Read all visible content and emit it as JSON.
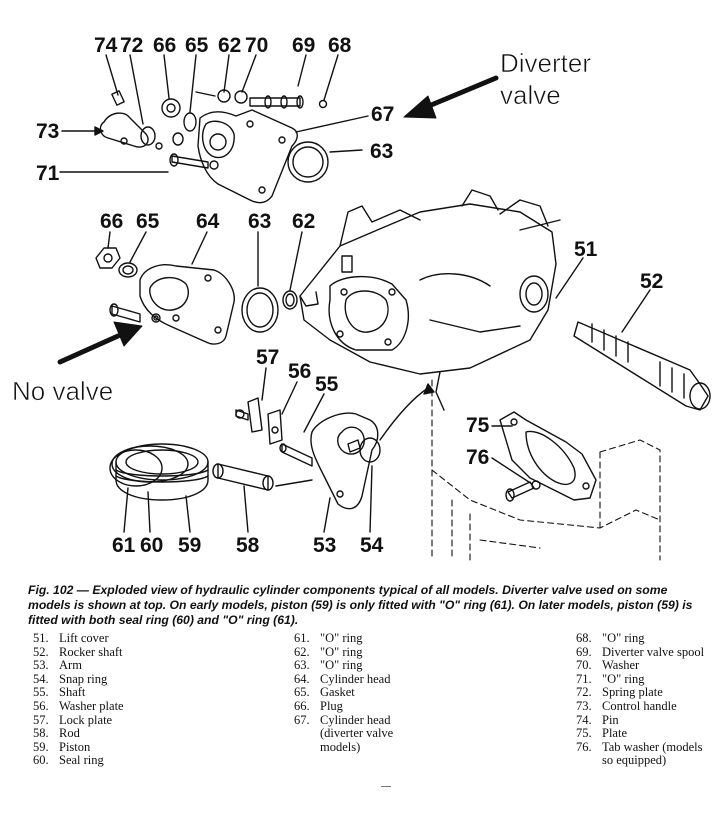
{
  "callouts": {
    "top": [
      "74",
      "72",
      "66",
      "65",
      "62",
      "70",
      "69",
      "68",
      "73",
      "67",
      "63",
      "71"
    ],
    "mid": [
      "66",
      "65",
      "64",
      "63",
      "62",
      "51",
      "52"
    ],
    "low": [
      "57",
      "56",
      "55",
      "75",
      "76"
    ],
    "bottom": [
      "61",
      "60",
      "59",
      "58",
      "53",
      "54"
    ]
  },
  "notes": {
    "diverter": "Diverter valve",
    "diverter_line1": "Diverter",
    "diverter_line2": "valve",
    "no_valve": "No valve"
  },
  "caption": "Fig. 102 — Exploded view of hydraulic cylinder components typical of all models. Diverter valve used on some models is shown at top. On early models, piston (59) is only fitted with \"O\" ring (61). On later models, piston (59) is fitted with both seal ring (60) and \"O\" ring (61).",
  "legend": {
    "col1": [
      {
        "n": "51.",
        "t": "Lift cover"
      },
      {
        "n": "52.",
        "t": "Rocker shaft"
      },
      {
        "n": "53.",
        "t": "Arm"
      },
      {
        "n": "54.",
        "t": "Snap ring"
      },
      {
        "n": "55.",
        "t": "Shaft"
      },
      {
        "n": "56.",
        "t": "Washer plate"
      },
      {
        "n": "57.",
        "t": "Lock plate"
      },
      {
        "n": "58.",
        "t": "Rod"
      },
      {
        "n": "59.",
        "t": "Piston"
      },
      {
        "n": "60.",
        "t": "Seal ring"
      }
    ],
    "col2": [
      {
        "n": "61.",
        "t": "\"O\" ring"
      },
      {
        "n": "62.",
        "t": "\"O\" ring"
      },
      {
        "n": "63.",
        "t": "\"O\" ring"
      },
      {
        "n": "64.",
        "t": "Cylinder head"
      },
      {
        "n": "65.",
        "t": "Gasket"
      },
      {
        "n": "66.",
        "t": "Plug"
      },
      {
        "n": "67.",
        "t": "Cylinder head\n(diverter valve\nmodels)"
      }
    ],
    "col3": [
      {
        "n": "68.",
        "t": "\"O\" ring"
      },
      {
        "n": "69.",
        "t": "Diverter valve spool"
      },
      {
        "n": "70.",
        "t": "Washer"
      },
      {
        "n": "71.",
        "t": "\"O\" ring"
      },
      {
        "n": "72.",
        "t": "Spring plate"
      },
      {
        "n": "73.",
        "t": "Control handle"
      },
      {
        "n": "74.",
        "t": "Pin"
      },
      {
        "n": "75.",
        "t": "Plate"
      },
      {
        "n": "76.",
        "t": "Tab washer (models\nso equipped)"
      }
    ]
  }
}
